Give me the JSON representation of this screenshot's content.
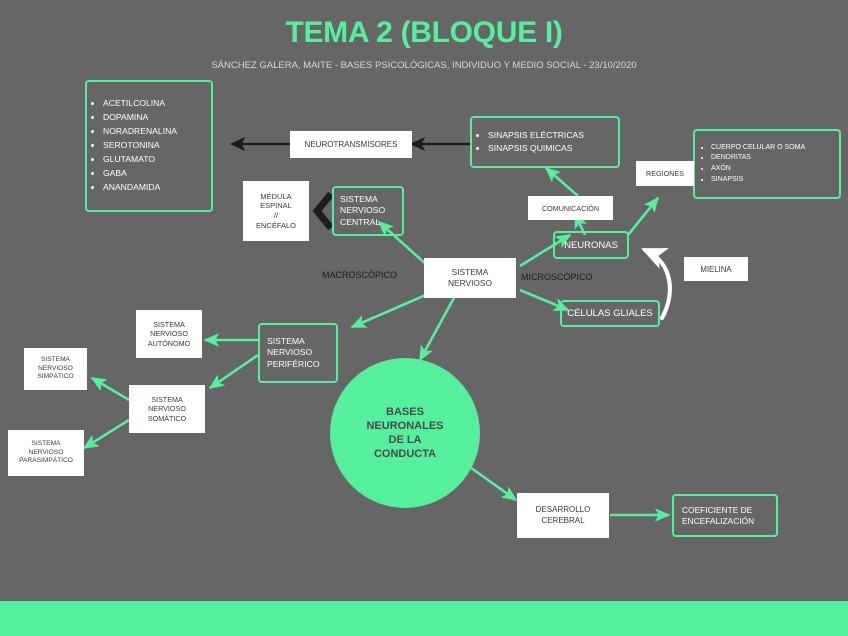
{
  "header": {
    "title": "TEMA 2 (BLOQUE I)",
    "subtitle": "SÁNCHEZ GALERA, MAITE - BASES PSICOLÓGICAS, INDIVIDUO Y MEDIO SOCIAL - 23/10/2020"
  },
  "colors": {
    "background": "#666666",
    "accent_green": "#55ef9e",
    "box_white": "#ffffff",
    "text_dark": "#3a3a3a",
    "arrow_black": "#1d1d1d",
    "arrow_white": "#ffffff"
  },
  "nodes": {
    "neurotransmitter_list": {
      "items": [
        "ACETILCOLINA",
        "DOPAMINA",
        "NORADRENALINA",
        "SEROTONINA",
        "GLUTAMATO",
        "GABA",
        "ANANDAMIDA"
      ]
    },
    "neurotransmisores": {
      "label": "NEUROTRANSMISORES"
    },
    "sinapsis_list": {
      "items": [
        "SINAPSIS ELÉCTRICAS",
        "SINAPSIS QUIMICAS"
      ]
    },
    "neurona_parts_list": {
      "items": [
        "CUERPO CELULAR O SOMA",
        "DENDRITAS",
        "AXÓN",
        "SINAPSIS"
      ]
    },
    "regiones": {
      "label": "REGIONES"
    },
    "comunicacion": {
      "label": "COMUNICACIÓN"
    },
    "neuronas": {
      "label": "NEURONAS"
    },
    "celulas_gliales": {
      "label": "CÉLULAS GLIALES"
    },
    "mielina": {
      "label": "MIELINA"
    },
    "medula_encefalo": {
      "lines": [
        "MÉDULA",
        "ESPINAL",
        "//",
        "ENCÉFALO"
      ]
    },
    "sistema_nervioso_central": {
      "lines": [
        "SISTEMA",
        "NERVIOSO",
        "CENTRAL"
      ]
    },
    "sistema_nervioso": {
      "lines": [
        "SISTEMA",
        "NERVIOSO"
      ]
    },
    "sistema_nervioso_periferico": {
      "lines": [
        "SISTEMA",
        "NERVIOSO",
        "PERIFÉRICO"
      ]
    },
    "sistema_nervioso_autonomo": {
      "lines": [
        "SISTEMA",
        "NERVIOSO",
        "AUTÓNOMO"
      ]
    },
    "sistema_nervioso_somatico": {
      "lines": [
        "SISTEMA",
        "NERVIOSO",
        "SOMÁTICO"
      ]
    },
    "sistema_nervioso_simpatico": {
      "lines": [
        "SISTEMA",
        "NERVIOSO",
        "SIMPÁTICO"
      ]
    },
    "sistema_nervioso_parasimpatico": {
      "lines": [
        "SISTEMA",
        "NERVIOSO",
        "PARASIMPÁTICO"
      ]
    },
    "bases_neuronales": {
      "lines": [
        "BASES",
        "NEURONALES",
        "DE LA",
        "CONDUCTA"
      ]
    },
    "desarrollo_cerebral": {
      "lines": [
        "DESARROLLO",
        "CEREBRAL"
      ]
    },
    "coeficiente_encefalizacion": {
      "lines": [
        "COEFICIENTE DE",
        "ENCEFALIZACIÓN"
      ]
    }
  },
  "labels": {
    "macroscopico": "MACROSCÓPICO",
    "microscopico": "MICROSCÓPICO"
  }
}
